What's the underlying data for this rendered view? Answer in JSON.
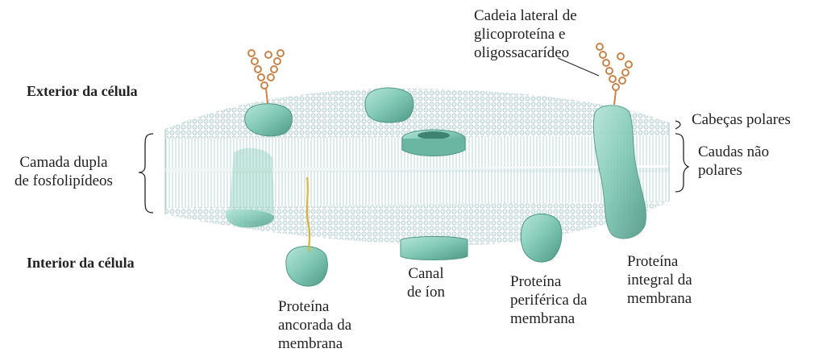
{
  "labels": {
    "outside": "Exterior da célula",
    "inside": "Interior da célula",
    "bilayer": "Camada dupla\nde fosfolipídeos",
    "glyco": "Cadeia lateral de\nglicoproteína e\noligossacarídeo",
    "heads": "Cabeças polares",
    "tails": "Caudas não\npolares",
    "ion_channel": "Canal\nde íon",
    "anchored": "Proteína\nancorada da\nmembrana",
    "peripheral": "Proteína\nperiférica da\nmembrana",
    "integral": "Proteína\nintegral da\nmembrana"
  },
  "colors": {
    "membrane": "#c9dcdc",
    "membrane_dark": "#9fbcbc",
    "protein": "#7fc7b3",
    "protein_dark": "#4f9c89",
    "sugar": "#c8844a",
    "anchor": "#d8b53a"
  }
}
